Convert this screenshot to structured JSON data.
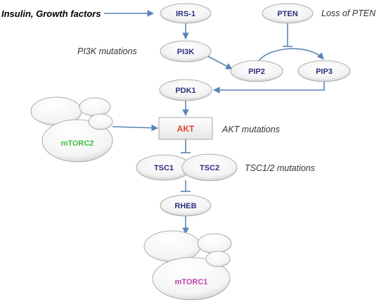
{
  "labels": {
    "input": "Insulin, Growth factors",
    "pten_loss": "Loss of PTEN",
    "pi3k_mut": "PI3K mutations",
    "akt_mut": "AKT mutations",
    "tsc_mut": "TSC1/2 mutations"
  },
  "nodes": {
    "irs1": "IRS-1",
    "pten": "PTEN",
    "pi3k": "PI3K",
    "pip2": "PIP2",
    "pip3": "PIP3",
    "pdk1": "PDK1",
    "akt": "AKT",
    "mtorc2": "mTORC2",
    "tsc1": "TSC1",
    "tsc2": "TSC2",
    "rheb": "RHEB",
    "mtorc1": "mTORC1"
  },
  "colors": {
    "edge": "#5b84b6",
    "node_text": "#2b2f7c",
    "akt_text": "#e0402c",
    "mtorc2_text": "#3fbf3f",
    "mtorc1_text": "#c040b0"
  }
}
